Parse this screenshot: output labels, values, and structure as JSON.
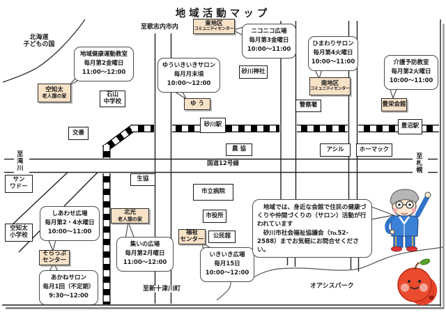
{
  "title": "地域活動マップ",
  "colors": {
    "tan": "#f7e1c7",
    "ink": "#1b1b1b",
    "rail": "#000000",
    "mascot_blue": "#3b82d6",
    "mascot_red": "#e8432c"
  },
  "directions": {
    "utashinai": "至歌志内市内",
    "takikawa": "至滝川",
    "sapporo": "至札幌",
    "shintotsukawa": "至新十津川町"
  },
  "areas": {
    "kodomo_line1": "北海道",
    "kodomo_line2": "子どもの国",
    "route12": "国道12号線",
    "oasis": "オアシスパーク"
  },
  "stations": {
    "sunagawa": "砂川駅",
    "toyonuma": "豊沼駅"
  },
  "places": {
    "ishiyama1": "石山",
    "ishiyama2": "中学校",
    "jinja": "砂川神社",
    "keisatsu": "警察署",
    "koban": "交番",
    "sunwado1": "サン",
    "sunwado2": "ワドー",
    "es1": "空知太",
    "es2": "小学校",
    "seikyo": "生協",
    "nokyo": "農 協",
    "ashiru": "アシル",
    "homac": "ホーマック",
    "hospital": "市立病院",
    "cityhall": "市役所",
    "kominkan": "公民館"
  },
  "venues": {
    "home1": "空知太",
    "home2": "老人憩の家",
    "east1": "東地区",
    "east2": "コミュニティセンター",
    "south1": "南地区",
    "south2": "コミュニティセンター",
    "yu": "ゆ う",
    "hoei": "豊栄会館",
    "hokko1": "北光",
    "hokko2": "老人憩の家",
    "sorappu1": "そらっぷ",
    "sorappu2": "センター",
    "fukushi1": "福祉",
    "fukushi2": "センター"
  },
  "callouts": {
    "kenko": {
      "title": "地域健康運動教室",
      "schedule": "毎月第2金曜日",
      "time": "11:00～12:00"
    },
    "yui": {
      "title": "ゆういきいきサロン",
      "schedule": "毎月月末頃",
      "time": "10:00～12:00"
    },
    "niko": {
      "title": "ニコニコ広場",
      "schedule": "毎月第3金曜日",
      "time": "10:00～11:00"
    },
    "himawari": {
      "title": "ひまわりサロン",
      "schedule": "毎月第4火曜日",
      "time": "10:00～11:00"
    },
    "kaigo": {
      "title": "介護予防教室",
      "schedule": "毎月第2火曜日",
      "time": "10:00～11:00"
    },
    "shiawase": {
      "title": "しあわせ広場",
      "schedule": "毎月第2・4水曜日",
      "time": "10:00～11:00"
    },
    "akane": {
      "title": "あかねサロン",
      "schedule": "毎月1回（不定期）",
      "time": "9:30～12:00"
    },
    "tsudoi": {
      "title": "集いの広場",
      "schedule": "毎月第2月曜日",
      "time": "11:00～12:00"
    },
    "ikiiki": {
      "title": "いきいき広場",
      "schedule": "毎月15日",
      "time": "10:00～12:00"
    }
  },
  "bubble": {
    "p1": "　地域では、身近な会館で住民の健康づくりや仲間づくりの（サロン）活動が行われています",
    "p2": "　砂川市社会福祉協議会（℡52-2588）までお気軽にお問合せください。"
  }
}
